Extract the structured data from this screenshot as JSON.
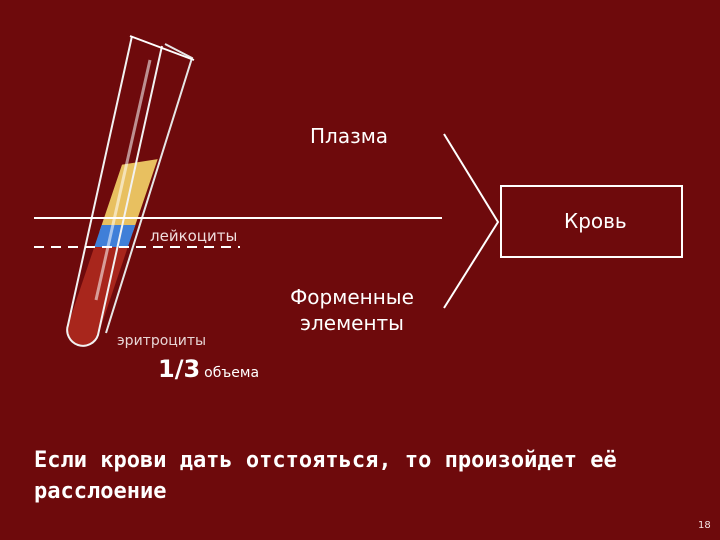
{
  "labels": {
    "plasma": "Плазма",
    "blood": "Кровь",
    "leukocytes": "лейкоциты",
    "formed_elements": "Форменные элементы",
    "erythrocytes": "эритроциты",
    "fraction": "1/3",
    "fraction_unit": "объема"
  },
  "caption": "Если крови дать отстояться, то произойдет её расслоение",
  "page_number": "18",
  "colors": {
    "background": "#6e0a0c",
    "plasma_layer": "#e8c060",
    "leukocyte_layer": "#3f7fd8",
    "erythrocyte_layer": "#a8261c"
  }
}
